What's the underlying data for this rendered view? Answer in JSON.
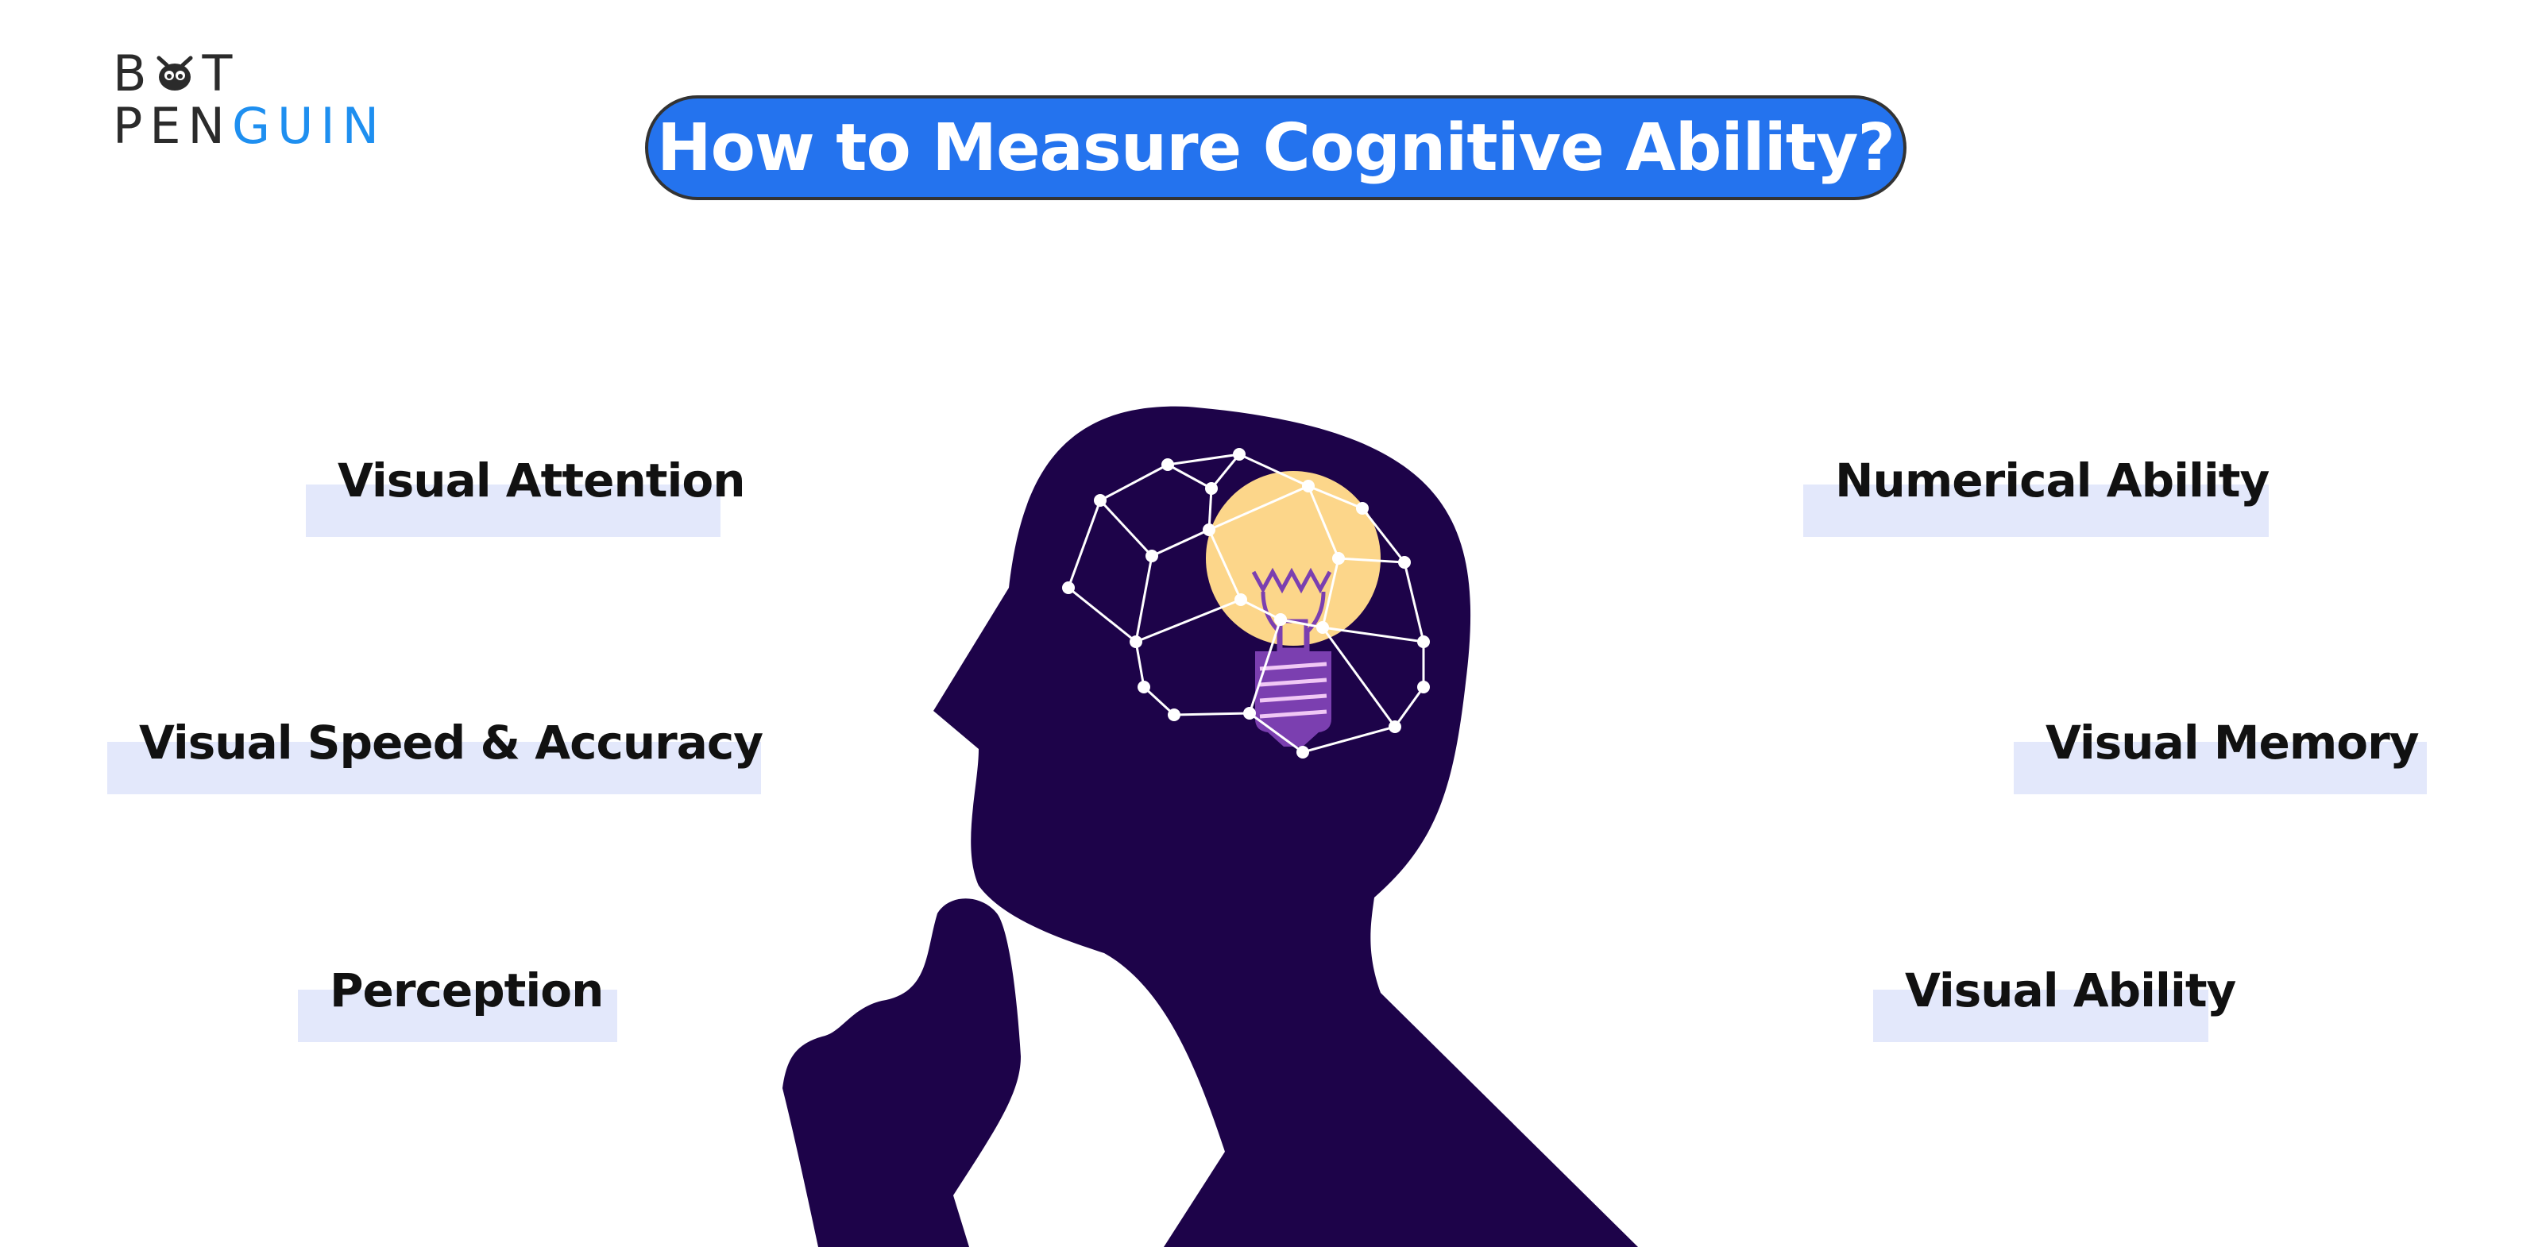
{
  "brand": {
    "logo_line1_prefix": "B",
    "logo_line1_suffix": "T",
    "logo_line2_dark": "PEN",
    "logo_line2_accent": "GUIN",
    "accent_color": "#1e8ff0"
  },
  "title": "How to Measure Cognitive Ability?",
  "labels": {
    "visual_attention": "Visual Attention",
    "visual_speed_accuracy": "Visual Speed & Accuracy",
    "perception": "Perception",
    "numerical_ability": "Numerical Ability",
    "visual_memory": "Visual Memory",
    "visual_ability": "Visual Ability"
  },
  "colors": {
    "title_background": "#2473ee",
    "head_silhouette": "#1d0349",
    "label_highlight": "#e3e8fb",
    "bulb_glow": "#fcd68a",
    "bulb_base": "#7b3fb0"
  },
  "icons": {
    "logo_mark": "penguin-face-icon",
    "head": "thinking-head-silhouette",
    "brain": "network-brain-icon",
    "bulb": "light-bulb-icon"
  }
}
